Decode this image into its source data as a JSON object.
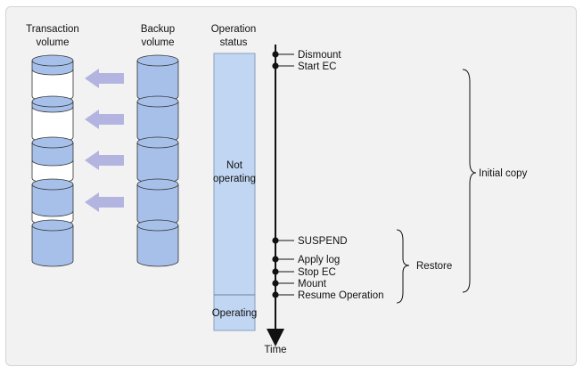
{
  "headers": {
    "transaction": [
      "Transaction",
      "volume"
    ],
    "backup": [
      "Backup",
      "volume"
    ],
    "operation": [
      "Operation",
      "status"
    ]
  },
  "status_bar": {
    "not_operating": [
      "Not",
      "operating"
    ],
    "operating": "Operating"
  },
  "colors": {
    "volume_fill": "#a7c0ea",
    "volume_stroke": "#333333",
    "arrow_fill": "#b3b5e0",
    "status_fill": "#c0d6f2",
    "background": "#f2f2f2"
  },
  "rows": [
    {
      "transaction_fill_level": 0.25,
      "copy_arrow": true
    },
    {
      "transaction_fill_level": 0.15,
      "copy_arrow": true
    },
    {
      "transaction_fill_level": 0.5,
      "copy_arrow": true
    },
    {
      "transaction_fill_level": 0.75,
      "copy_arrow": true
    },
    {
      "transaction_fill_level": 1.0,
      "copy_arrow": false
    }
  ],
  "timeline": {
    "time_label": "Time",
    "events": [
      "Dismount",
      "Start EC",
      "SUSPEND",
      "Apply log",
      "Stop EC",
      "Mount",
      "Resume Operation"
    ]
  },
  "brackets": {
    "initial_copy": "Initial copy",
    "restore": "Restore"
  }
}
